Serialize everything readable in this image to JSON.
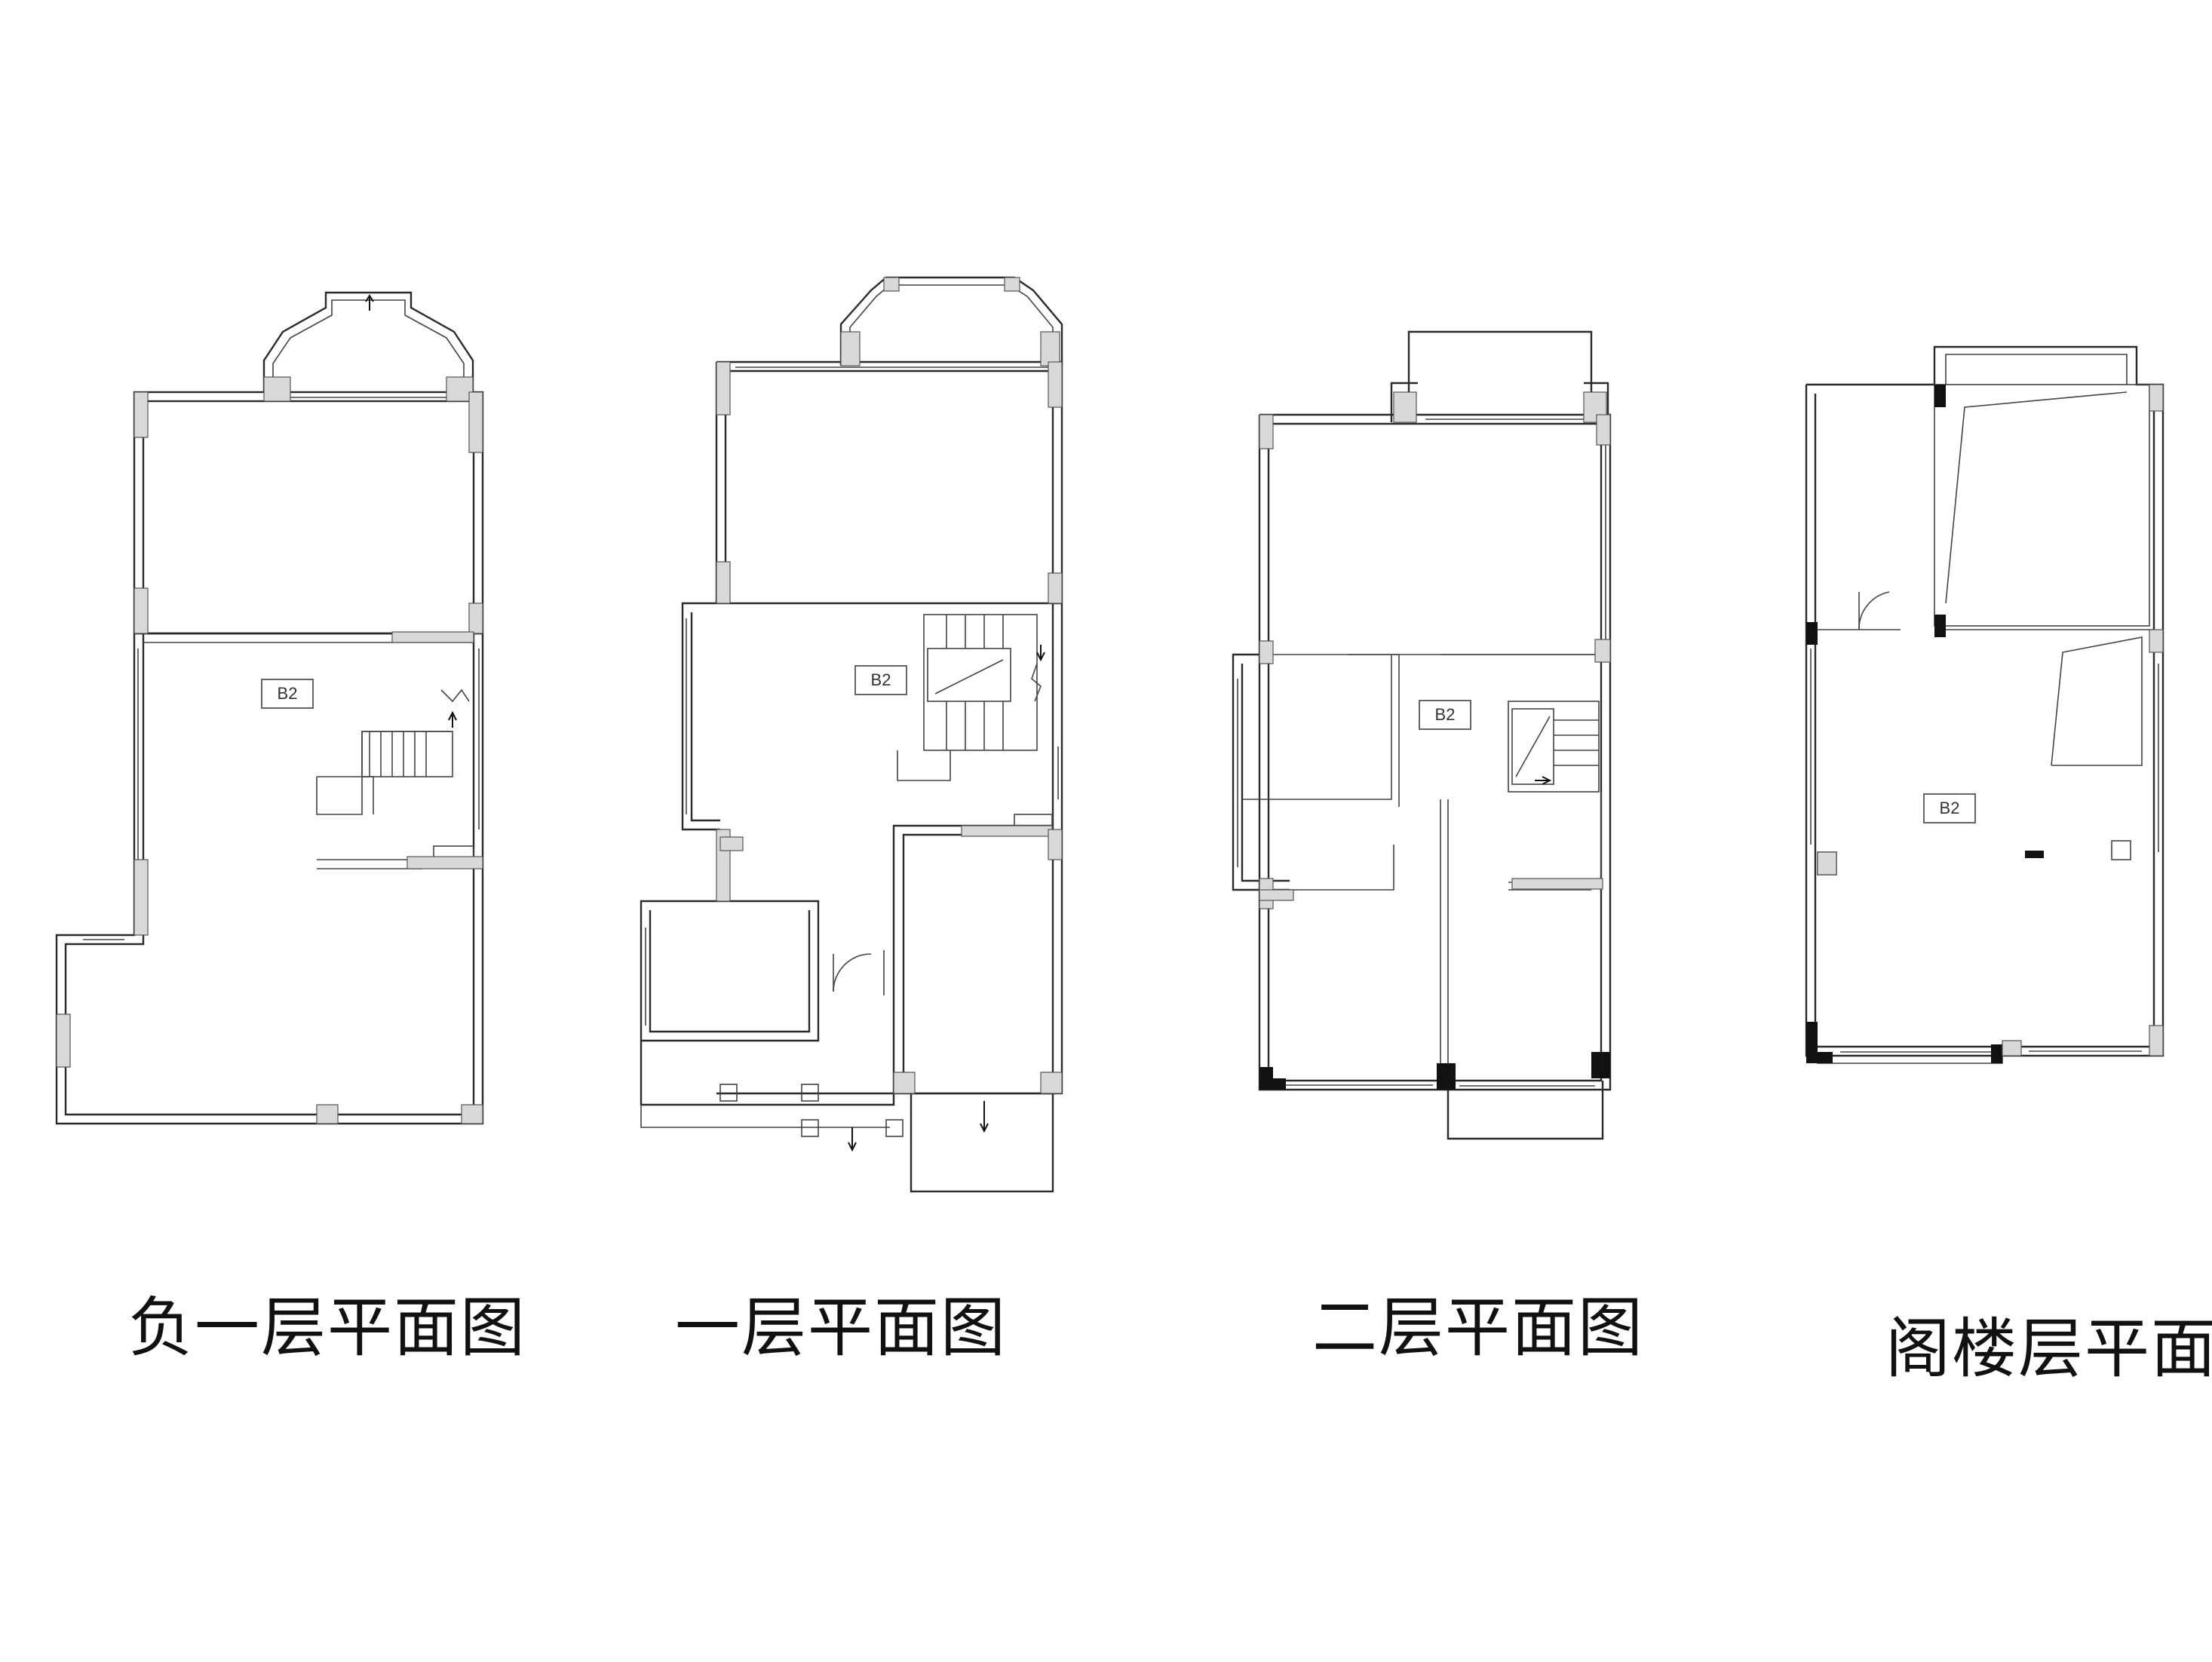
{
  "plans": [
    {
      "title": "负一层平面图",
      "room_tag": "B2"
    },
    {
      "title": "一层平面图",
      "room_tag": "B2"
    },
    {
      "title": "二层平面图",
      "room_tag": "B2"
    },
    {
      "title": "阁楼层平面图",
      "room_tag": "B2"
    }
  ]
}
